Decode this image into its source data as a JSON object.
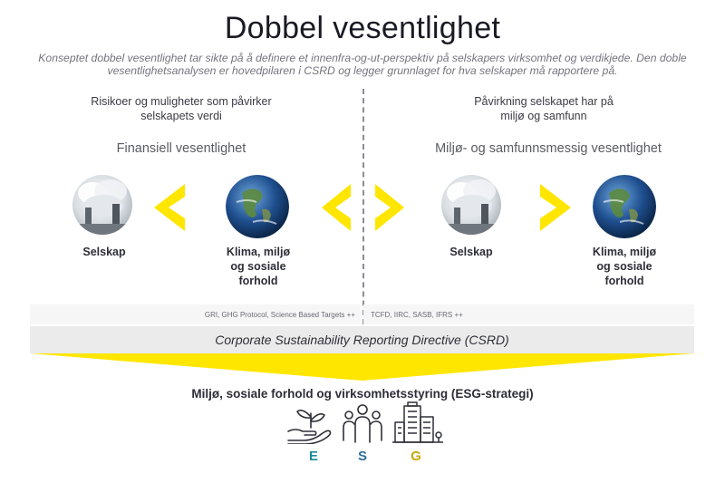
{
  "header": {
    "title": "Dobbel vesentlighet",
    "subtitle_line1": "Konseptet dobbel vesentlighet tar sikte på å definere et innenfra-og-ut-perspektiv på selskapers virksomhet og verdikjede. Den doble",
    "subtitle_line2": "vesentlighetsanalysen er hovedpilaren i CSRD og legger grunnlaget for hva selskaper må rapportere på."
  },
  "left": {
    "desc_line1": "Risikoer og muligheter som påvirker",
    "desc_line2": "selskapets verdi",
    "heading": "Finansiell vesentlighet",
    "company_label": "Selskap",
    "impact_label_line1": "Klima, miljø",
    "impact_label_line2": "og sosiale",
    "impact_label_line3": "forhold",
    "standards": "GRI, GHG Protocol, Science Based Targets ++"
  },
  "right": {
    "desc_line1": "Påvirkning selskapet har på",
    "desc_line2": "miljø og samfunn",
    "heading": "Miljø- og samfunnsmessig vesentlighet",
    "company_label": "Selskap",
    "impact_label_line1": "Klima, miljø",
    "impact_label_line2": "og sosiale",
    "impact_label_line3": "forhold",
    "standards": "TCFD, IIRC, SASB, IFRS ++"
  },
  "csrd": {
    "label": "Corporate Sustainability Reporting Directive (CSRD)"
  },
  "esg": {
    "title": "Miljø, sosiale forhold og virksomhetsstyring (ESG-strategi)",
    "letters": [
      "E",
      "S",
      "G"
    ],
    "icons": [
      "hand-plant-icon",
      "people-icon",
      "buildings-icon"
    ]
  },
  "colors": {
    "accent_yellow": "#ffe600",
    "e_color": "#1f8a9a",
    "s_color": "#2a6f9c",
    "g_color": "#c9a800",
    "bar_gray": "#ebebeb"
  }
}
